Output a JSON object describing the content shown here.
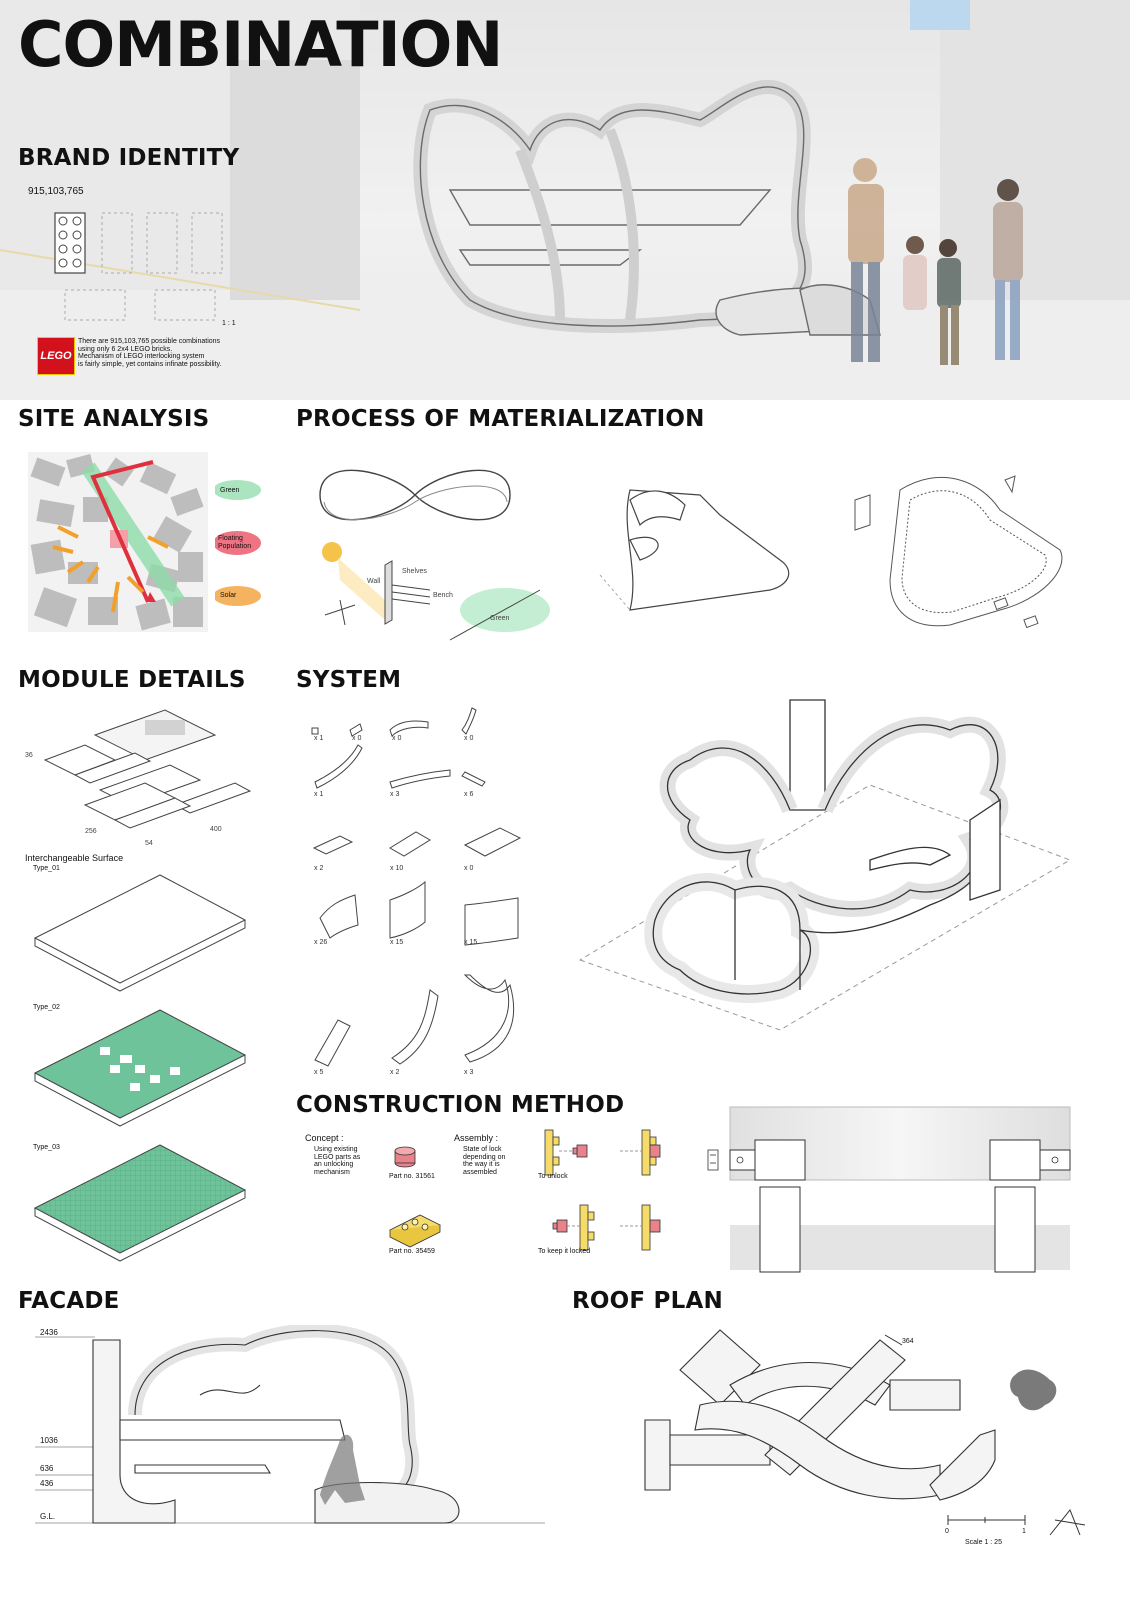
{
  "title": "COMBINATION",
  "brand": {
    "heading": "BRAND IDENTITY",
    "count": "915,103,765",
    "scale": "1 : 1",
    "logo": "LEGO",
    "note_lines": [
      "There are 915,103,765 possible combinations",
      "using only 6 2x4 LEGO bricks.",
      "Mechanism of LEGO interlocking system",
      "is fairly simple, yet contains infinate possibility."
    ]
  },
  "site": {
    "heading": "SITE ANALYSIS",
    "legend": [
      {
        "label": "Green",
        "color": "#7fd39a"
      },
      {
        "label": "Floating Population",
        "color": "#e8445a"
      },
      {
        "label": "Solar",
        "color": "#f39a2a"
      }
    ]
  },
  "process": {
    "heading": "PROCESS OF MATERIALIZATION",
    "labels": {
      "wall": "Wall",
      "shelves": "Shelves",
      "bench": "Bench",
      "green": "Green"
    }
  },
  "module": {
    "heading": "MODULE DETAILS",
    "dims": [
      "36",
      "256",
      "54",
      "400"
    ],
    "surface_title": "Interchangeable Surface",
    "types": [
      "Type_01",
      "Type_02",
      "Type_03"
    ],
    "green": "#6ec39a"
  },
  "system": {
    "heading": "SYSTEM",
    "counts": [
      "x 1",
      "x 0",
      "x 0",
      "x 0",
      "x 1",
      "x 3",
      "x 6",
      "x 2",
      "x 10",
      "x 0",
      "x 26",
      "x 15",
      "x 15",
      "x 5",
      "x 2",
      "x 3"
    ]
  },
  "construction": {
    "heading": "CONSTRUCTION METHOD",
    "concept_title": "Concept :",
    "concept_lines": [
      "Using existing",
      "LEGO parts as",
      "an unlocking",
      "mechanism"
    ],
    "assembly_title": "Assembly :",
    "assembly_lines": [
      "State of lock",
      "depending on",
      "the way it is",
      "assembled"
    ],
    "part1": "Part no. 31561",
    "part2": "Part no. 35459",
    "unlock": "To unlock",
    "locked": "To keep it locked"
  },
  "facade": {
    "heading": "FACADE",
    "levels": [
      "2436",
      "1036",
      "636",
      "436",
      "G.L."
    ]
  },
  "roof": {
    "heading": "ROOF PLAN",
    "dim": "364",
    "scale_start": "0",
    "scale_end": "1",
    "scale": "Scale 1 : 25"
  }
}
